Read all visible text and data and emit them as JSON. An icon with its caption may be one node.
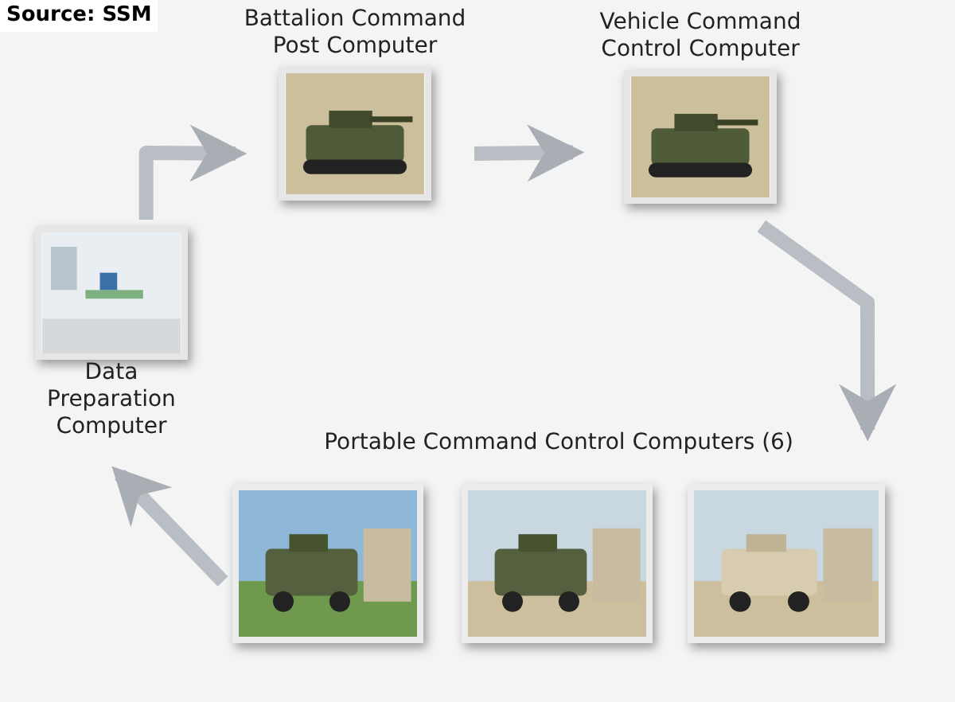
{
  "diagram": {
    "nodes": [
      {
        "text": [
          "Battalion Command Post Computer"
        ]
      },
      {
        "text": [
          "Vehicle Command Control Computer"
        ]
      },
      {
        "text": [
          "Data Preparation Computer"
        ]
      },
      {
        "text": [
          "Portable Command Control Computers (6)"
        ]
      },
      {
        "text": [],
        "shape": "picture",
        "in": 3
      },
      {
        "text": [],
        "shape": "picture",
        "in": 3
      },
      {
        "text": [],
        "shape": "picture",
        "in": 3
      }
    ],
    "edges": [
      {
        "from": 2,
        "to": 0,
        "arrow": "to"
      },
      {
        "from": 0,
        "to": 1,
        "arrow": "to"
      },
      {
        "from": 1,
        "to": 3,
        "arrow": "to"
      },
      {
        "from": 3,
        "to": 2,
        "arrow": "to"
      }
    ],
    "labels": [
      "Source: SSM"
    ]
  }
}
